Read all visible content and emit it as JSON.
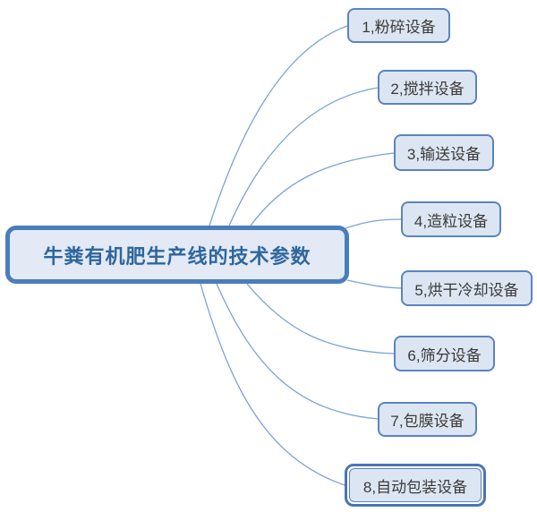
{
  "title": "牛粪有机肥生产线的技术参数 mind map",
  "central": {
    "label": "牛粪有机肥生产线的技术参数"
  },
  "branches": [
    {
      "label": "1,粉碎设备"
    },
    {
      "label": "2,搅拌设备"
    },
    {
      "label": "3,输送设备"
    },
    {
      "label": "4,造粒设备"
    },
    {
      "label": "5,烘干冷却设备"
    },
    {
      "label": "6,筛分设备"
    },
    {
      "label": "7,包膜设备"
    },
    {
      "label": "8,自动包装设备",
      "selected": true
    }
  ],
  "colors": {
    "background": "#ffffff",
    "node_fill": "#dce6f2",
    "node_border": "#5b83c2",
    "central_fill": "#e3e9f5",
    "central_border": "#4a7ebb",
    "central_text": "#2e669e",
    "branch_text": "#3a3a3a",
    "connector_line": "#7aa3d9",
    "selected_outer_border": "#4a73b8"
  }
}
